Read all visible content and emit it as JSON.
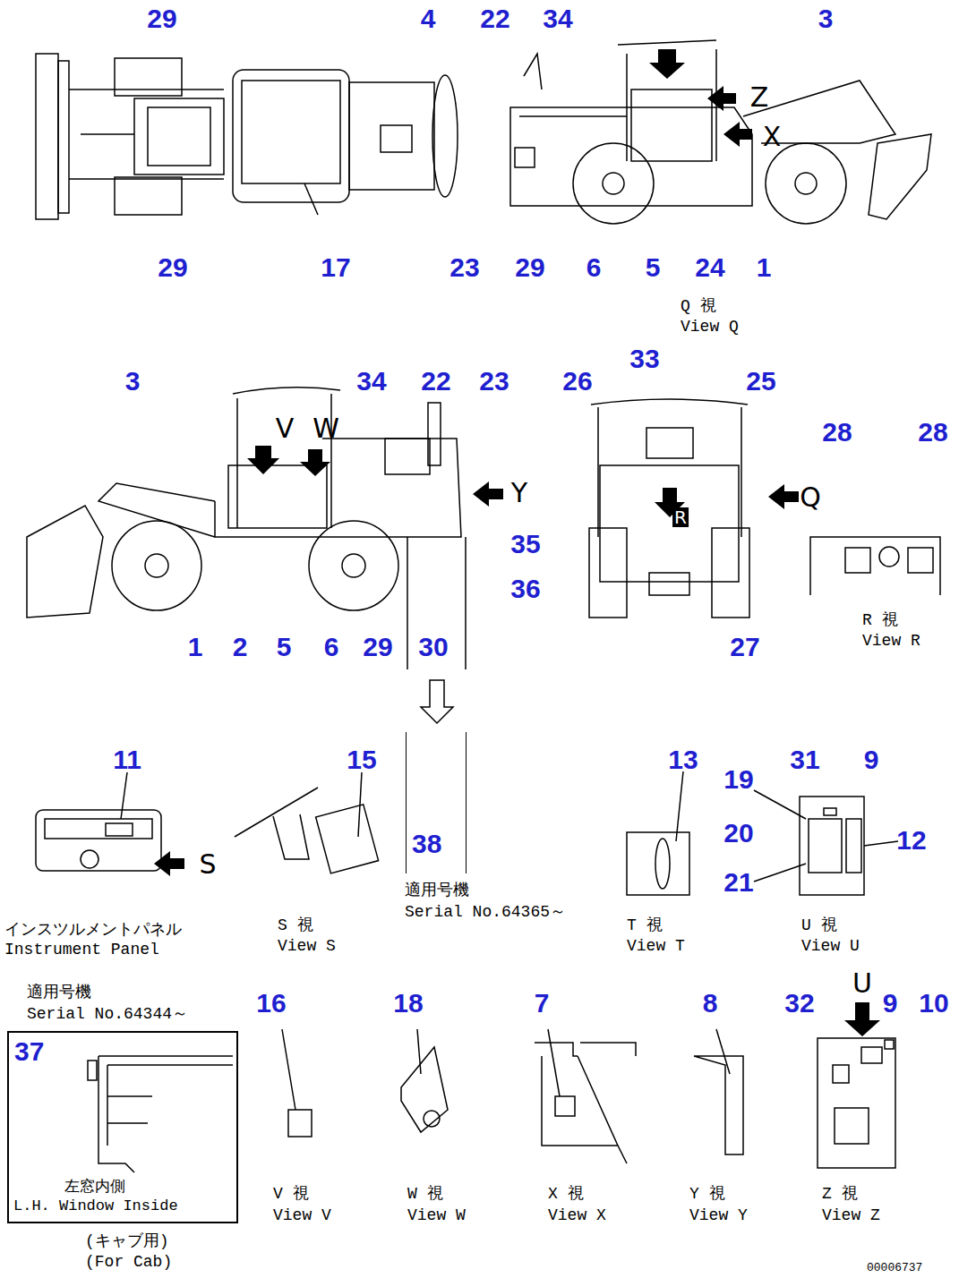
{
  "diagram": {
    "nodes": [
      {
        "text": [
          "37",
          "左窓内側",
          "L.H. Window Inside"
        ]
      },
      {
        "text": [
          "38"
        ]
      }
    ],
    "labels": [
      "29",
      "4",
      "29",
      "17",
      "22",
      "34",
      "3",
      "Z",
      "X",
      "23",
      "29",
      "6",
      "5",
      "24",
      "1",
      "Q 視",
      "View Q",
      "3",
      "34",
      "22",
      "23",
      "V",
      "W",
      "Y",
      "35",
      "36",
      "1",
      "2",
      "5",
      "6",
      "29",
      "30",
      "33",
      "26",
      "25",
      "Q",
      "R",
      "27",
      "28",
      "28",
      "R 視",
      "View R",
      "11",
      "S",
      "15",
      "適用号機",
      "Serial No.64365～",
      "13",
      "19",
      "31",
      "9",
      "20",
      "12",
      "21",
      "インスツルメントパネル",
      "Instrument Panel",
      "S 視",
      "View S",
      "T 視",
      "View T",
      "U 視",
      "View U",
      "適用号機",
      "Serial No.64344～",
      "16",
      "18",
      "7",
      "8",
      "32",
      "9",
      "10",
      "V 視",
      "View V",
      "W 視",
      "View W",
      "X 視",
      "View X",
      "Y 視",
      "View Y",
      "Z 視",
      "View Z",
      "U",
      "(キャブ用)",
      "(For Cab)",
      "00006737"
    ]
  }
}
